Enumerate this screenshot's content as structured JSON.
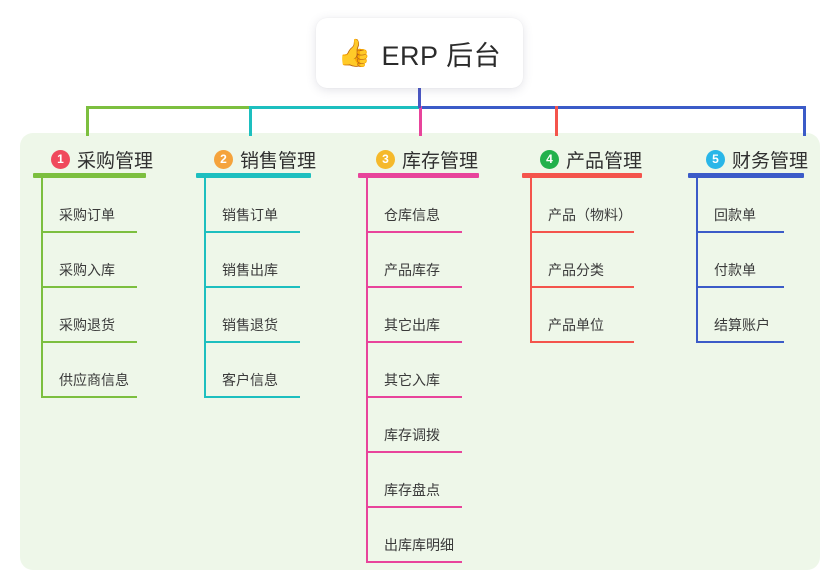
{
  "root": {
    "icon": "thumbs-up-icon",
    "emoji": "👍",
    "title": "ERP 后台"
  },
  "palette": {
    "page_bg": "#ffffff",
    "panel_bg": "#eef7e9",
    "card_bg": "#ffffff",
    "text": "#303030",
    "root_stem": "#4a57c4"
  },
  "columns": [
    {
      "index": "1",
      "title": "采购管理",
      "badge_color": "#f0495c",
      "line_color": "#7cbf3f",
      "items": [
        "采购订单",
        "采购入库",
        "采购退货",
        "供应商信息"
      ]
    },
    {
      "index": "2",
      "title": "销售管理",
      "badge_color": "#f5a33c",
      "line_color": "#1dbfbf",
      "items": [
        "销售订单",
        "销售出库",
        "销售退货",
        "客户信息"
      ]
    },
    {
      "index": "3",
      "title": "库存管理",
      "badge_color": "#f5b92b",
      "line_color": "#e8449b",
      "items": [
        "仓库信息",
        "产品库存",
        "其它出库",
        "其它入库",
        "库存调拨",
        "库存盘点",
        "出库库明细"
      ]
    },
    {
      "index": "4",
      "title": "产品管理",
      "badge_color": "#22b14c",
      "line_color": "#f4544c",
      "items": [
        "产品（物料）",
        "产品分类",
        "产品单位"
      ]
    },
    {
      "index": "5",
      "title": "财务管理",
      "badge_color": "#29b6e8",
      "line_color": "#3b5bc8",
      "items": [
        "回款单",
        "付款单",
        "结算账户"
      ]
    }
  ]
}
